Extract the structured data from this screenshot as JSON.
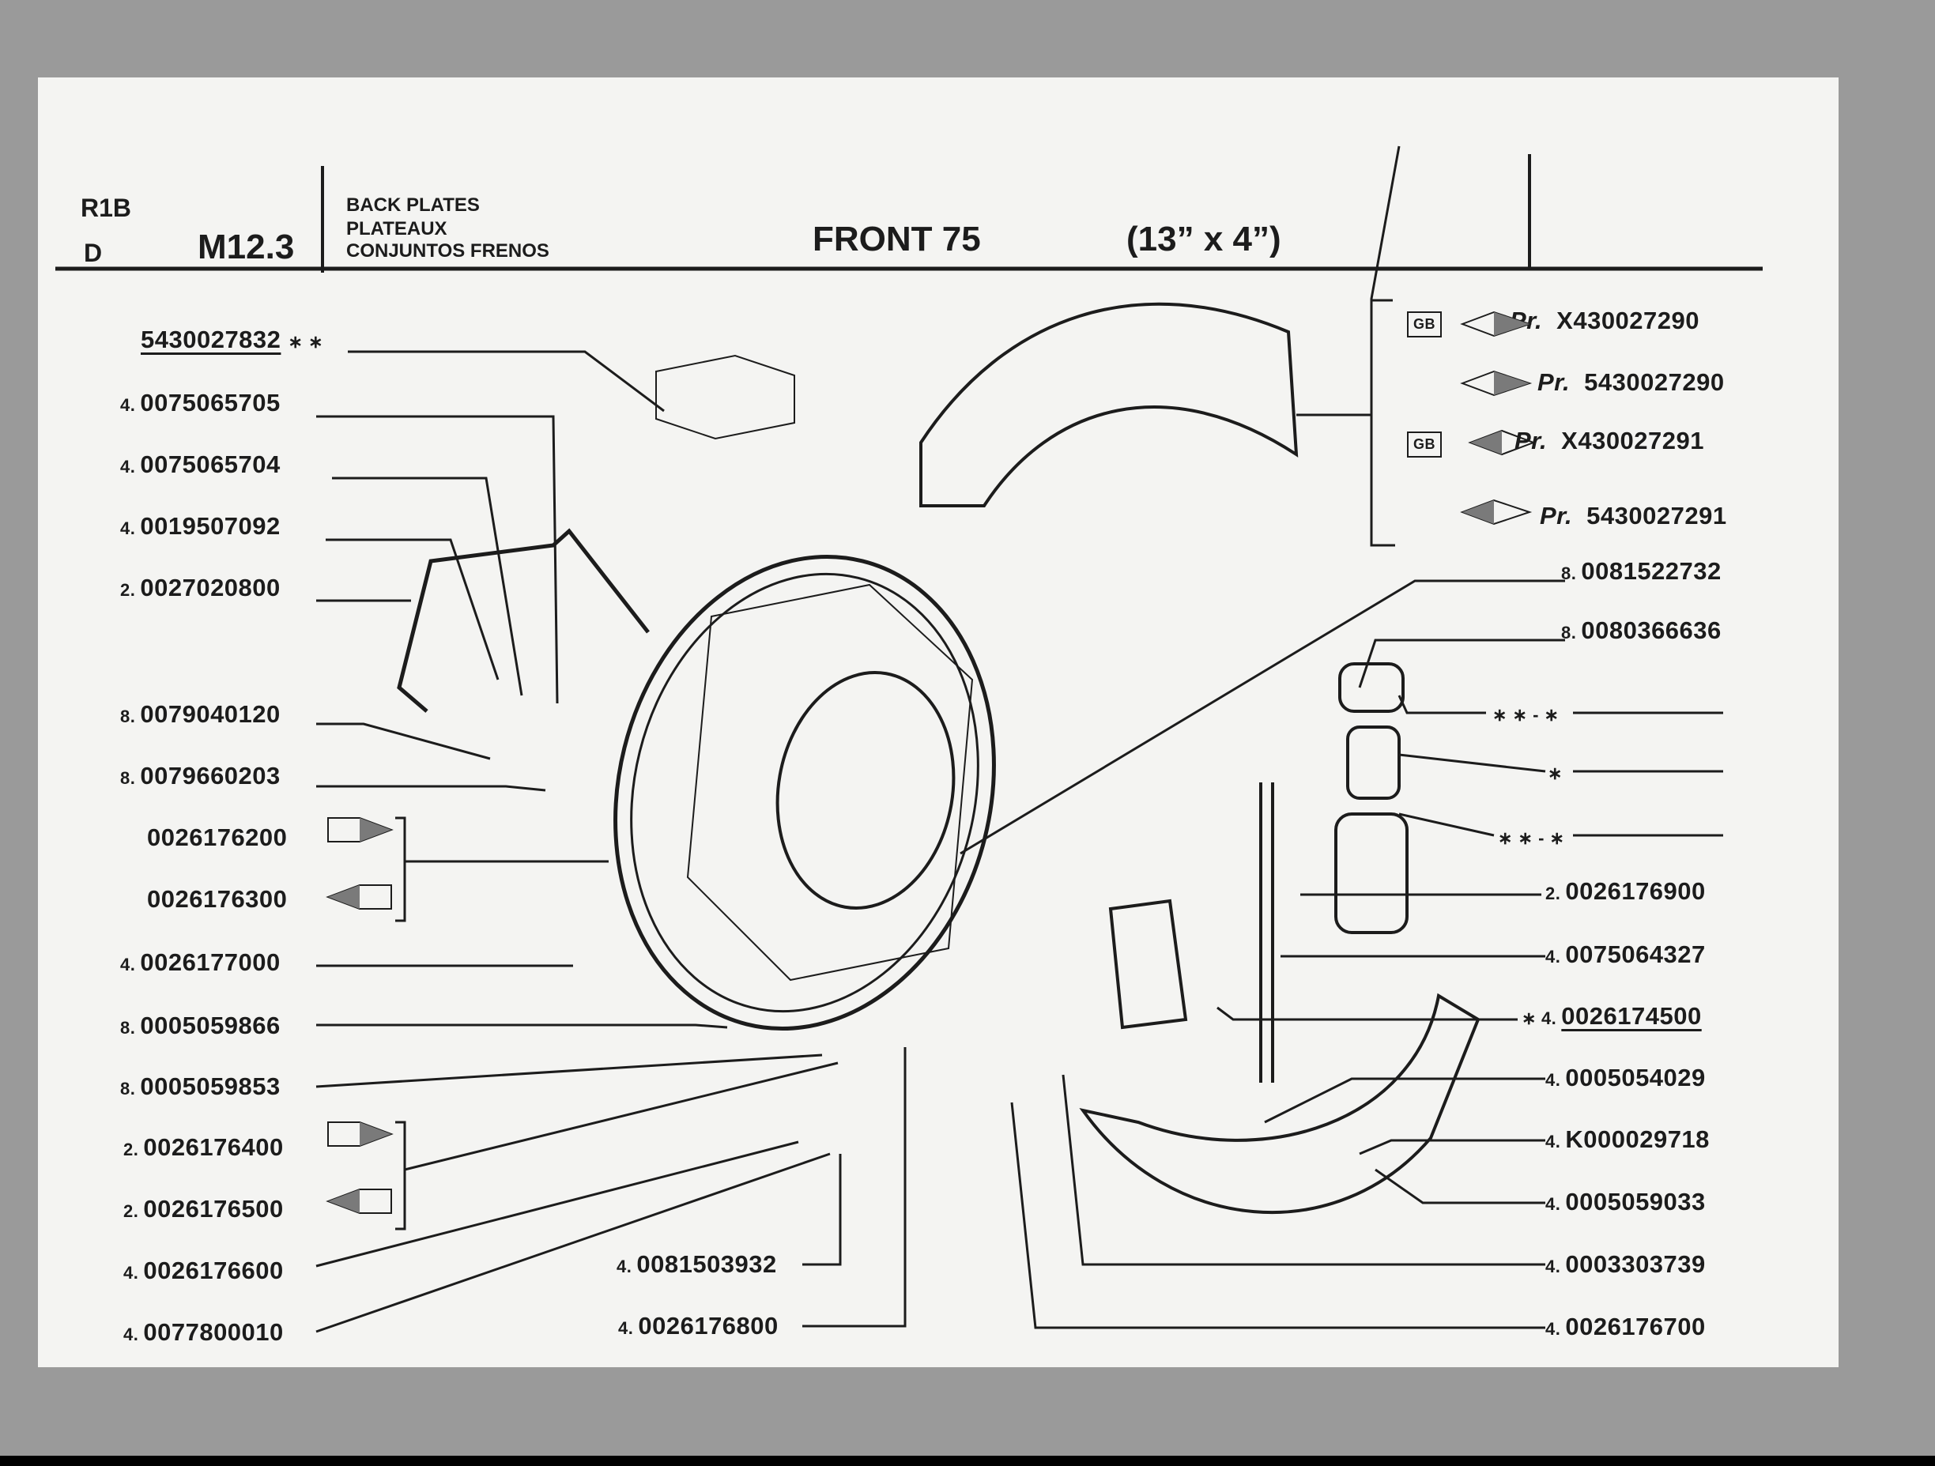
{
  "header": {
    "code_top": "R1B",
    "code_bottom": "D",
    "section": "M12.3",
    "titles": [
      "BACK PLATES",
      "PLATEAUX",
      "CONJUNTOS FRENOS"
    ],
    "front": "FRONT 75",
    "size": "(13” x 4”)"
  },
  "left_parts": [
    {
      "qty": "",
      "num": "5430027832",
      "suffix": "∗ ∗"
    },
    {
      "qty": "4.",
      "num": "0075065705",
      "suffix": ""
    },
    {
      "qty": "4.",
      "num": "0075065704",
      "suffix": ""
    },
    {
      "qty": "4.",
      "num": "0019507092",
      "suffix": ""
    },
    {
      "qty": "2.",
      "num": "0027020800",
      "suffix": ""
    },
    {
      "qty": "8.",
      "num": "0079040120",
      "suffix": ""
    },
    {
      "qty": "8.",
      "num": "0079660203",
      "suffix": ""
    },
    {
      "qty": "",
      "num": "0026176200",
      "suffix": ""
    },
    {
      "qty": "",
      "num": "0026176300",
      "suffix": ""
    },
    {
      "qty": "4.",
      "num": "0026177000",
      "suffix": ""
    },
    {
      "qty": "8.",
      "num": "0005059866",
      "suffix": ""
    },
    {
      "qty": "8.",
      "num": "0005059853",
      "suffix": ""
    },
    {
      "qty": "2.",
      "num": "0026176400",
      "suffix": ""
    },
    {
      "qty": "2.",
      "num": "0026176500",
      "suffix": ""
    },
    {
      "qty": "4.",
      "num": "0026176600",
      "suffix": ""
    },
    {
      "qty": "4.",
      "num": "0077800010",
      "suffix": ""
    }
  ],
  "bottom_parts": [
    {
      "qty": "4.",
      "num": "0081503932"
    },
    {
      "qty": "4.",
      "num": "0026176800"
    }
  ],
  "shoe_pairs": [
    {
      "gb": "GB",
      "prefix": "Pr.",
      "num": "X430027290"
    },
    {
      "gb": "",
      "prefix": "Pr.",
      "num": "5430027290"
    },
    {
      "gb": "GB",
      "prefix": "Pr.",
      "num": "X430027291"
    },
    {
      "gb": "",
      "prefix": "Pr.",
      "num": "5430027291"
    }
  ],
  "right_parts": [
    {
      "qty": "8.",
      "num": "0081522732",
      "prefix": ""
    },
    {
      "qty": "8.",
      "num": "0080366636",
      "prefix": ""
    },
    {
      "qty": "",
      "num": "",
      "prefix": "∗ ∗ - ∗"
    },
    {
      "qty": "",
      "num": "",
      "prefix": "∗"
    },
    {
      "qty": "",
      "num": "",
      "prefix": "∗ ∗ - ∗"
    },
    {
      "qty": "2.",
      "num": "0026176900",
      "prefix": ""
    },
    {
      "qty": "4.",
      "num": "0075064327",
      "prefix": ""
    },
    {
      "qty": "4.",
      "num": "0026174500",
      "prefix": "∗"
    },
    {
      "qty": "4.",
      "num": "0005054029",
      "prefix": ""
    },
    {
      "qty": "4.",
      "num": "K000029718",
      "prefix": ""
    },
    {
      "qty": "4.",
      "num": "0005059033",
      "prefix": ""
    },
    {
      "qty": "4.",
      "num": "0003303739",
      "prefix": ""
    },
    {
      "qty": "4.",
      "num": "0026176700",
      "prefix": ""
    }
  ]
}
